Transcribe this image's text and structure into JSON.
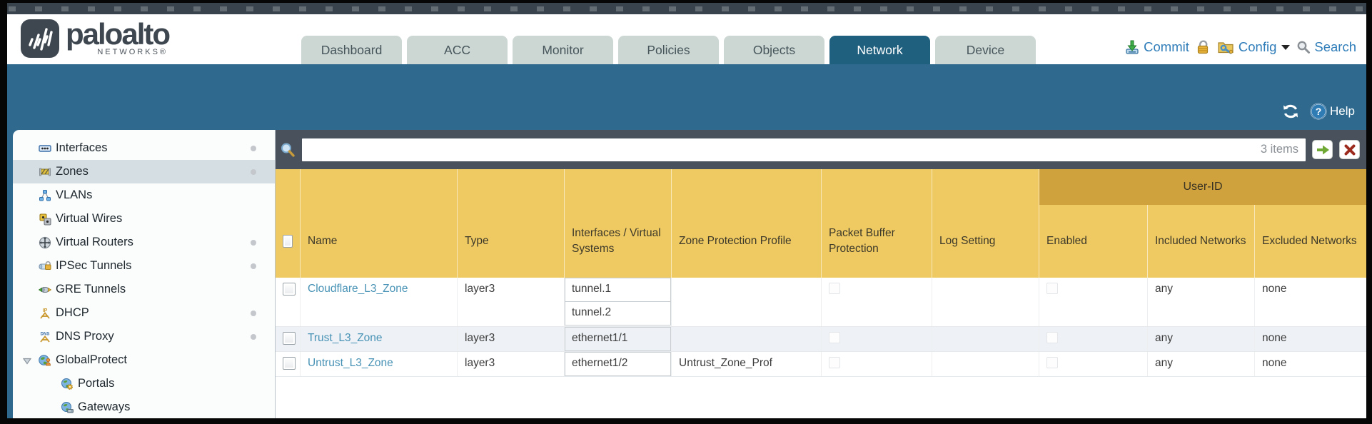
{
  "logo": {
    "brand": "paloalto",
    "sub": "NETWORKS®"
  },
  "nav": {
    "tabs": [
      {
        "label": "Dashboard"
      },
      {
        "label": "ACC"
      },
      {
        "label": "Monitor"
      },
      {
        "label": "Policies"
      },
      {
        "label": "Objects"
      },
      {
        "label": "Network",
        "active": true
      },
      {
        "label": "Device"
      }
    ]
  },
  "header_actions": {
    "commit": "Commit",
    "config": "Config",
    "search": "Search"
  },
  "band": {
    "help_label": "Help"
  },
  "sidebar": {
    "items": [
      {
        "label": "Interfaces",
        "icon": "interfaces-icon",
        "dot": true
      },
      {
        "label": "Zones",
        "icon": "zones-icon",
        "dot": true,
        "selected": true
      },
      {
        "label": "VLANs",
        "icon": "vlans-icon"
      },
      {
        "label": "Virtual Wires",
        "icon": "virtual-wires-icon"
      },
      {
        "label": "Virtual Routers",
        "icon": "virtual-routers-icon",
        "dot": true
      },
      {
        "label": "IPSec Tunnels",
        "icon": "ipsec-tunnels-icon",
        "dot": true
      },
      {
        "label": "GRE Tunnels",
        "icon": "gre-tunnels-icon"
      },
      {
        "label": "DHCP",
        "icon": "dhcp-icon",
        "dot": true
      },
      {
        "label": "DNS Proxy",
        "icon": "dns-proxy-icon",
        "dot": true
      },
      {
        "label": "GlobalProtect",
        "icon": "globalprotect-icon",
        "expanded": true
      },
      {
        "label": "Portals",
        "icon": "portals-icon",
        "child": true
      },
      {
        "label": "Gateways",
        "icon": "gateways-icon",
        "child": true
      }
    ]
  },
  "search": {
    "value": "",
    "count_label": "3 items"
  },
  "table": {
    "group_header": "User-ID",
    "columns": [
      "Name",
      "Type",
      "Interfaces / Virtual Systems",
      "Zone Protection Profile",
      "Packet Buffer Protection",
      "Log Setting",
      "Enabled",
      "Included Networks",
      "Excluded Networks"
    ],
    "rows": [
      {
        "name": "Cloudflare_L3_Zone",
        "type": "layer3",
        "interfaces": [
          "tunnel.1",
          "tunnel.2"
        ],
        "zone_protection_profile": "",
        "log_setting": "",
        "included_networks": "any",
        "excluded_networks": "none"
      },
      {
        "name": "Trust_L3_Zone",
        "type": "layer3",
        "interfaces": [
          "ethernet1/1"
        ],
        "zone_protection_profile": "",
        "log_setting": "",
        "included_networks": "any",
        "excluded_networks": "none"
      },
      {
        "name": "Untrust_L3_Zone",
        "type": "layer3",
        "interfaces": [
          "ethernet1/2"
        ],
        "zone_protection_profile": "Untrust_Zone_Prof",
        "log_setting": "",
        "included_networks": "any",
        "excluded_networks": "none"
      }
    ]
  },
  "colors": {
    "teal_background": "#2f6a8e",
    "tab_active": "#20607f",
    "header_yellow": "#efca62",
    "userid_band": "#cfa23e",
    "link_blue": "#4792b5",
    "action_blue": "#2e7cb8",
    "searchbar_slate": "#49525c"
  }
}
